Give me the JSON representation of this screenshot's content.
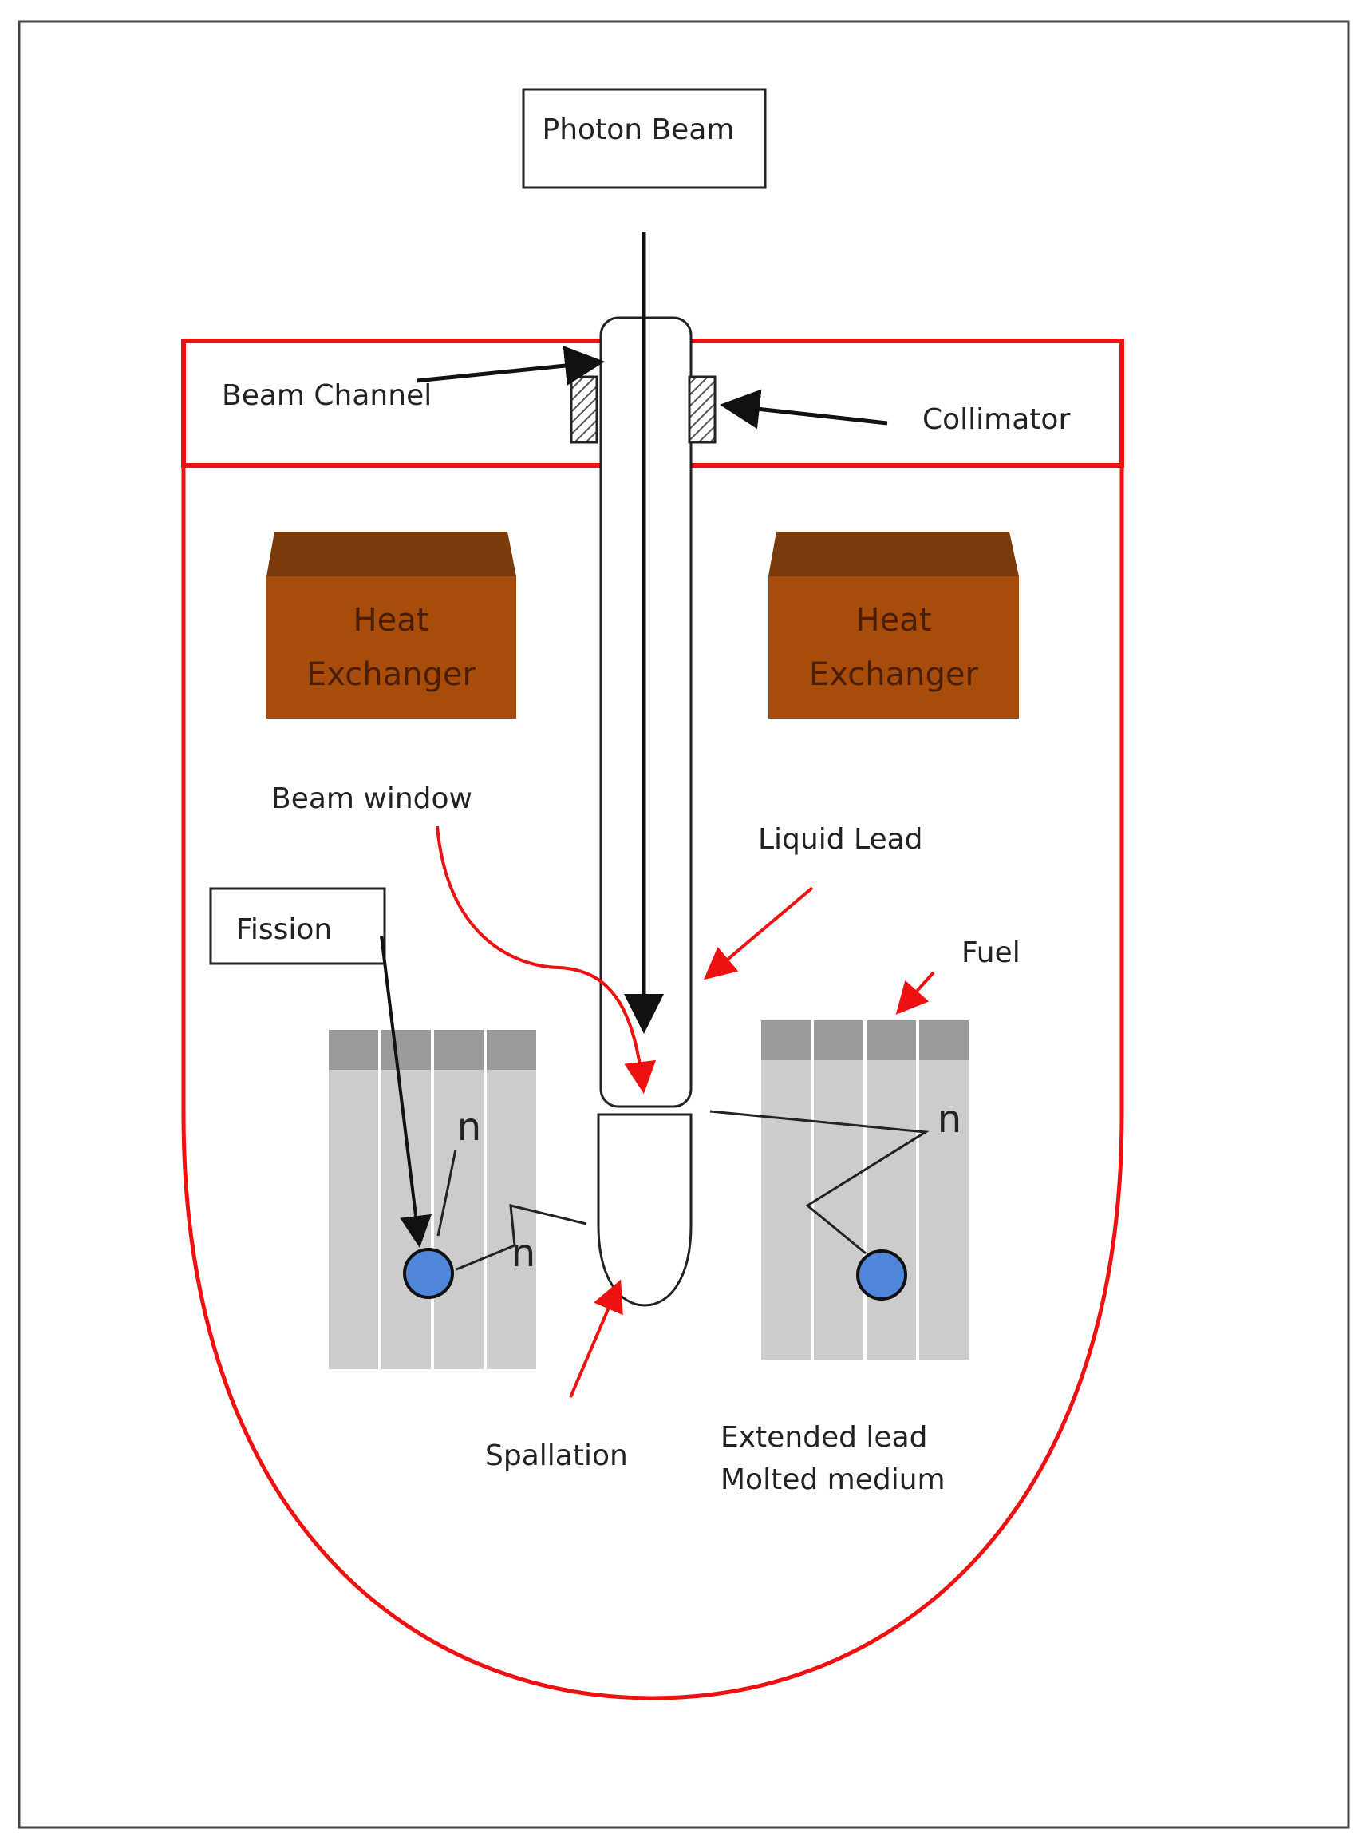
{
  "diagram": {
    "photon_beam": "Photon Beam",
    "beam_channel": "Beam Channel",
    "collimator": "Collimator",
    "heat_exchanger_left": [
      "Heat",
      "Exchanger"
    ],
    "heat_exchanger_right": [
      "Heat",
      "Exchanger"
    ],
    "beam_window": "Beam window",
    "liquid_lead": "Liquid Lead",
    "fission": "Fission",
    "fuel": "Fuel",
    "spallation": "Spallation",
    "extended_lead": [
      "Extended lead",
      "Molted medium"
    ],
    "neutron_symbol": "n"
  },
  "colors": {
    "vessel": "#ee1111",
    "heat_exchanger_front": "#a84c0c",
    "heat_exchanger_top": "#7a3a0c",
    "fuel_rod": "#cccccc",
    "fuel_rod_top": "#9a9a9a",
    "atom": "#4f86d9",
    "arrow_red": "#ee1111",
    "arrow_black": "#111111"
  }
}
